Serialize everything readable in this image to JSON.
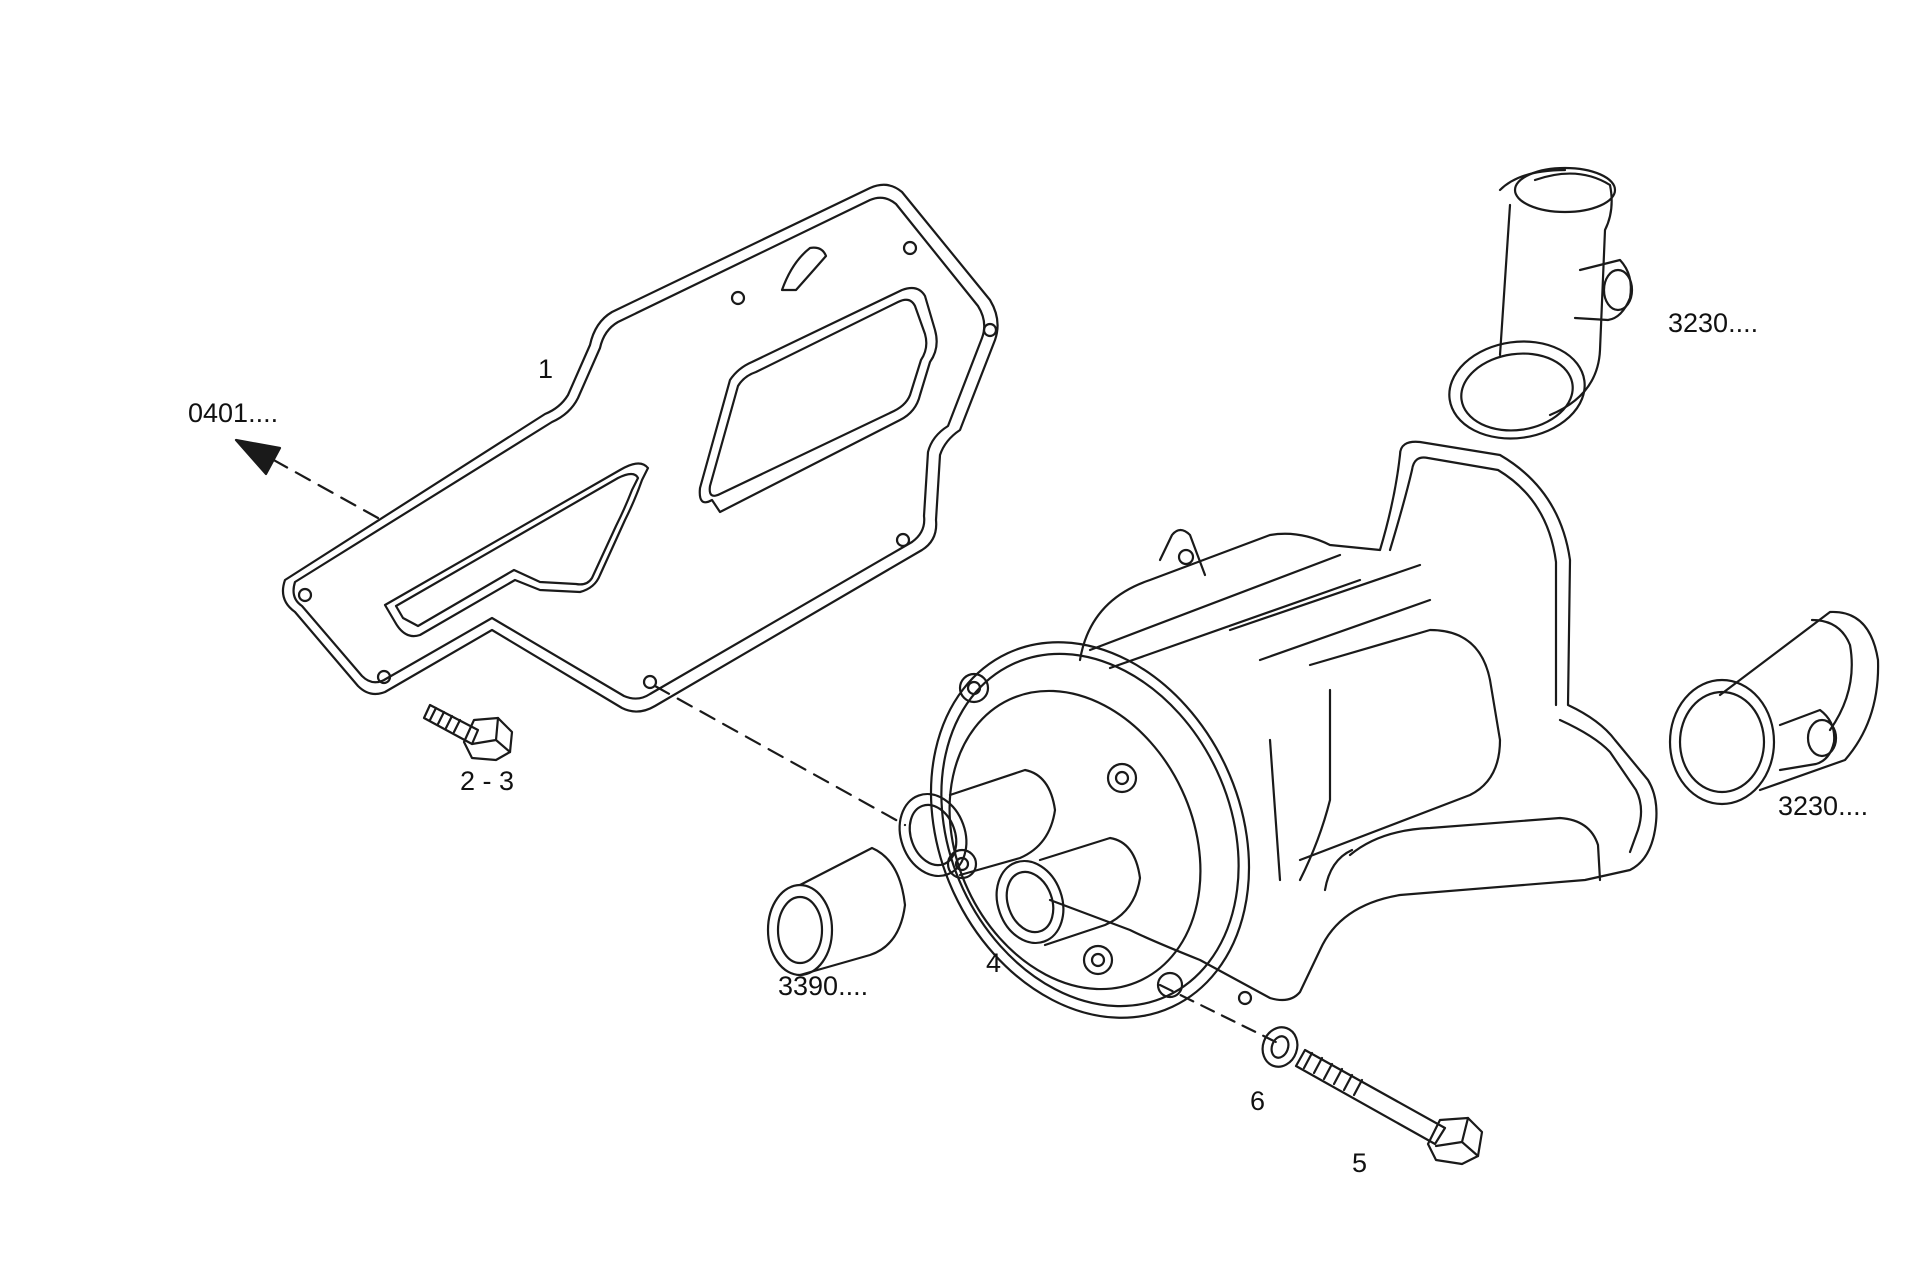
{
  "labels": {
    "gasket": "1",
    "ref_top_left": "0401....",
    "screw_small": "2 - 3",
    "pump": "4",
    "bolt_long": "5",
    "washer": "6",
    "hose_short": "3390....",
    "hose_top_right": "3230....",
    "hose_mid_right": "3230...."
  },
  "colors": {
    "line": "#1a1a1a",
    "background": "#ffffff"
  }
}
